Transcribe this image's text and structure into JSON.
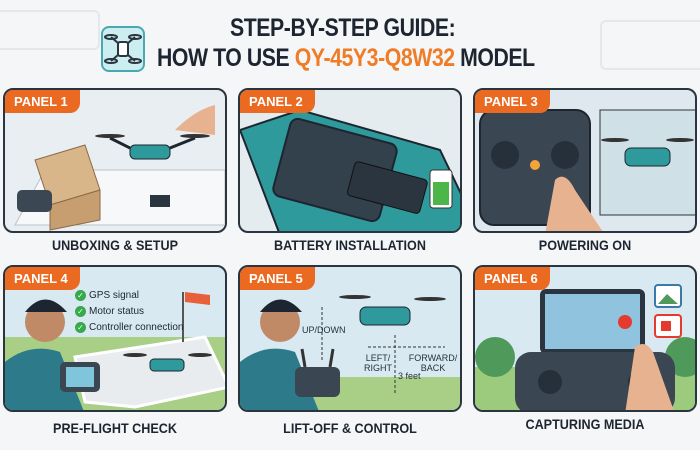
{
  "header": {
    "title_line1": "STEP-BY-STEP GUIDE:",
    "title_prefix": "HOW TO USE",
    "model": "QY-45Y3-Q8W32",
    "title_suffix": "MODEL",
    "logo_icon": "drone-icon"
  },
  "colors": {
    "accent": "#ea6a22",
    "model_highlight": "#f07c26",
    "drone": "#2f9a9c",
    "text": "#1d2530"
  },
  "panels": [
    {
      "badge": "PANEL 1",
      "caption": "UNBOXING & SETUP"
    },
    {
      "badge": "PANEL 2",
      "caption": "BATTERY INSTALLATION"
    },
    {
      "badge": "PANEL 3",
      "caption": "POWERING ON"
    },
    {
      "badge": "PANEL 4",
      "caption": "PRE-FLIGHT CHECK",
      "checks": [
        "GPS signal",
        "Motor status",
        "Controller connection"
      ]
    },
    {
      "badge": "PANEL 5",
      "caption": "LIFT-OFF & CONTROL",
      "labels": {
        "updown": "UP/DOWN",
        "leftright": "LEFT/ RIGHT",
        "forwardback": "FORWARD/ BACK",
        "height": "3 feet"
      }
    },
    {
      "badge": "PANEL 6",
      "caption": "CAPTURING MEDIA"
    }
  ]
}
